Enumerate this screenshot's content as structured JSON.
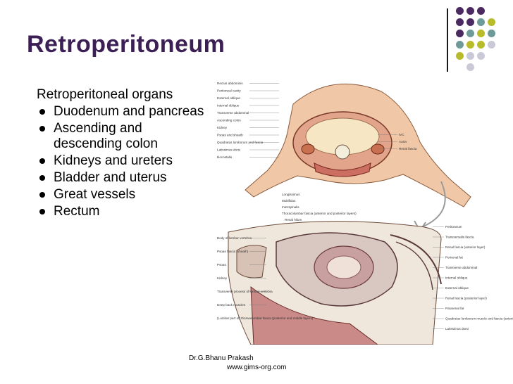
{
  "slide": {
    "title": "Retroperitoneum",
    "intro": "Retroperitoneal organs",
    "bullets": [
      {
        "text": "Duodenum and pancreas"
      },
      {
        "text": "Ascending and descending colon"
      },
      {
        "text": "Kidneys and ureters"
      },
      {
        "text": "Bladder and uterus"
      },
      {
        "text": "Great vessels"
      },
      {
        "text": "Rectum"
      }
    ],
    "footer_author": "Dr.G.Bhanu Prakash",
    "footer_url": "www.gims-org.com"
  },
  "figure": {
    "top_left_labels": [
      "Rectus abdominis",
      "Peritoneal cavity",
      "External oblique",
      "Internal oblique",
      "Transverse abdominal",
      "Ascending colon",
      "Kidney",
      "Psoas and sheath",
      "Quadratus lumborum and fascia",
      "Latissimus dorsi",
      "Iliocostalis"
    ],
    "top_right_labels": [
      "IVC",
      "Aorta",
      "Renal fascia"
    ],
    "top_bottom_labels": [
      "Longissimus",
      "Multifidus",
      "Interspinalis",
      "Thoracolumbar fascia (anterior and posterior layers)"
    ],
    "bottom_left_labels": [
      "Body of lumbar vertebra",
      "Psoas fascia (sheath)",
      "Psoas",
      "Kidney",
      "Transverse process of lumbar vertebra",
      "Deep back muscles",
      "(Lumbar part of) thoracolumbar fascia (posterior and middle layers)"
    ],
    "bottom_top_labels": [
      "Renal hilum"
    ],
    "bottom_right_labels": [
      "Peritoneum",
      "Transversalis fascia",
      "Renal fascia (anterior layer)",
      "Perirenal fat",
      "Transverse abdominal",
      "Internal oblique",
      "External oblique",
      "Renal fascia (posterior layer)",
      "Pararenal fat",
      "Quadratus lumborum muscle and fascia (anterior layer of thoracolumbar fascia)",
      "Latissimus dorsi"
    ]
  },
  "colors": {
    "title": "#3c1f54",
    "dot_purple": "#4b2a62",
    "dot_teal": "#6f9a9a",
    "dot_olive": "#b9bc2a",
    "dot_grey": "#c9c9d8"
  }
}
